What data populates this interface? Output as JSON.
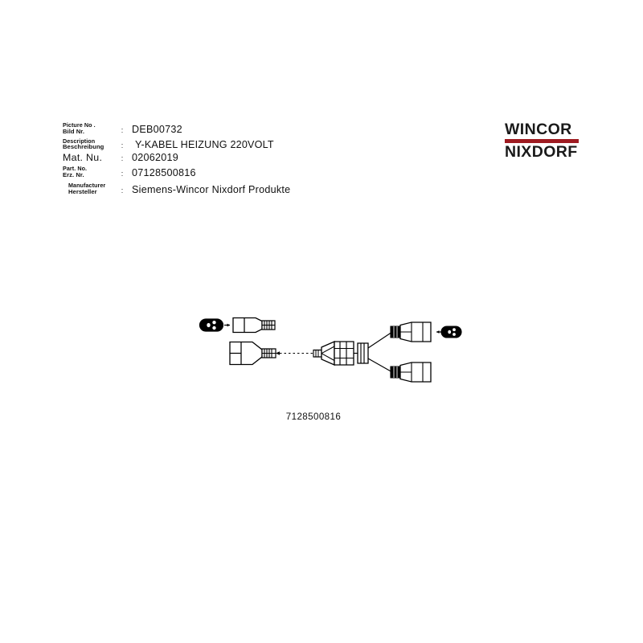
{
  "document": {
    "caption": "7128500816"
  },
  "spec": {
    "rows": [
      {
        "label_en": "Picture No .",
        "label_de": "Bild Nr.",
        "colon": ":",
        "value": "DEB00732"
      },
      {
        "label_en": "Description",
        "label_de": "Beschreibung",
        "colon": ":",
        "value": "Y-KABEL HEIZUNG 220VOLT"
      },
      {
        "label_en": "Mat. Nu.",
        "label_de": "",
        "colon": ":",
        "value": "02062019"
      },
      {
        "label_en": "Part. No.",
        "label_de": "Erz. Nr.",
        "colon": ":",
        "value": "07128500816"
      },
      {
        "label_en": "Manufacturer",
        "label_de": "Hersteller",
        "colon": ":",
        "value": "Siemens-Wincor Nixdorf Produkte"
      }
    ]
  },
  "logo": {
    "line1": "WINCOR",
    "line2": "NIXDORF",
    "bar_color": "#9e1b21",
    "text_color": "#1a1a1a"
  },
  "diagram": {
    "title": "y-cable-exploded-view",
    "parts": [
      {
        "name": "iec-socket-symbol-left",
        "role": "mating socket indicator"
      },
      {
        "name": "connector-upper-left",
        "role": "cable end connector"
      },
      {
        "name": "connector-lower-left",
        "role": "cable end connector"
      },
      {
        "name": "y-splitter-body",
        "role": "junction"
      },
      {
        "name": "connector-upper-right",
        "role": "branch connector"
      },
      {
        "name": "connector-lower-right",
        "role": "branch connector"
      },
      {
        "name": "iec-socket-symbol-right",
        "role": "mating socket indicator"
      }
    ]
  }
}
